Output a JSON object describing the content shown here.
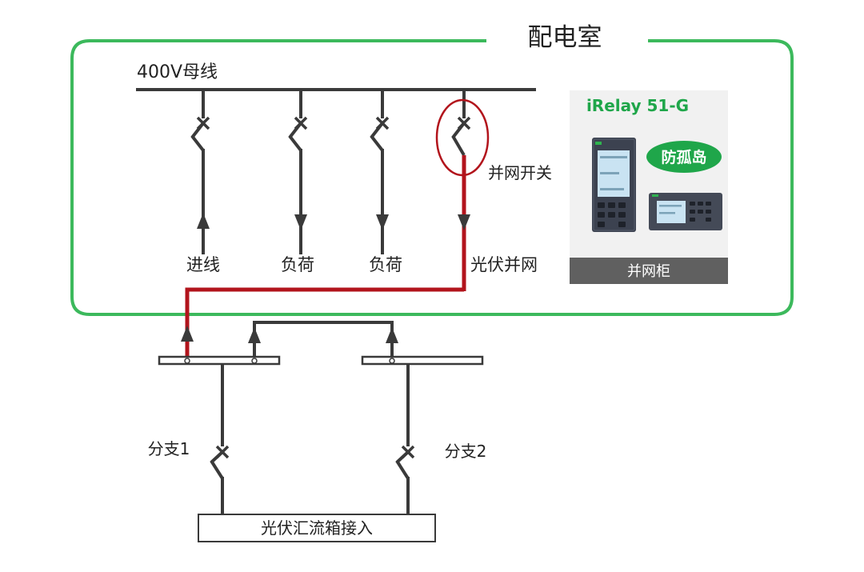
{
  "room_title": "配电室",
  "busbar_label": "400V母线",
  "feeders": [
    {
      "id": "incoming",
      "label": "进线",
      "direction": "up"
    },
    {
      "id": "load1",
      "label": "负荷",
      "direction": "down"
    },
    {
      "id": "load2",
      "label": "负荷",
      "direction": "down"
    },
    {
      "id": "pv",
      "label": "光伏并网",
      "direction": "down"
    }
  ],
  "grid_switch_label": "并网开关",
  "device": {
    "model": "iRelay 51-G",
    "feature_badge": "防孤岛",
    "cabinet_label": "并网柜"
  },
  "branches": [
    {
      "id": "branch1",
      "label": "分支1"
    },
    {
      "id": "branch2",
      "label": "分支2"
    }
  ],
  "combiner_label": "光伏汇流箱接入",
  "colors": {
    "room_border": "#3cb95c",
    "highlight_path": "#b2141c",
    "line": "#3a3a3a",
    "device_title": "#1fa64a",
    "badge_fill": "#1fa64a",
    "cabinet_bar": "#606060"
  }
}
